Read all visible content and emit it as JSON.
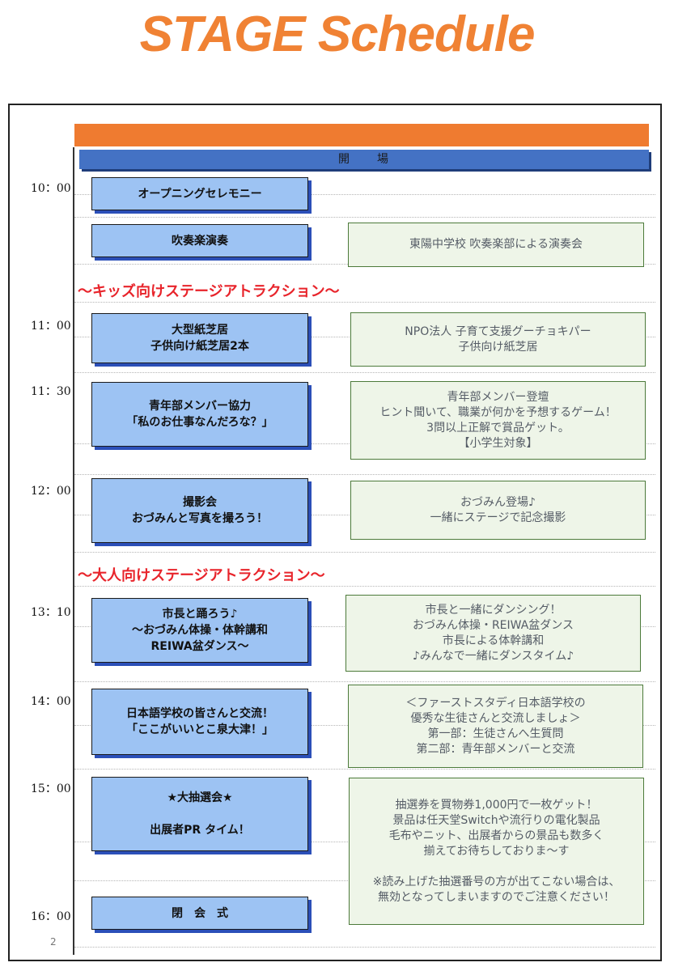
{
  "title": "STAGE Schedule",
  "opening": "開　　場",
  "times": {
    "t1000": "10：00",
    "t1100": "11：00",
    "t1130": "11：30",
    "t1200": "12：00",
    "t1310": "13：10",
    "t1400": "14：00",
    "t1500": "15：00",
    "t1600": "16：00"
  },
  "sections": {
    "kids": "～キッズ向けステージアトラクション～",
    "adults": "～大人向けステージアトラクション～"
  },
  "events": {
    "opening_ceremony": "オープニングセレモニー",
    "brass_band": "吹奏楽演奏",
    "kamishibai": "大型紙芝居\n子供向け紙芝居2本",
    "job_game": "青年部メンバー協力\n「私のお仕事なんだろな？」",
    "photo": "撮影会\nおづみんと写真を撮ろう！",
    "dance": "市長と踊ろう♪\n～おづみん体操・体幹講和\nREIWA盆ダンス～",
    "exchange": "日本語学校の皆さんと交流！\n「ここがいいとこ泉大津！」",
    "lottery": "★大抽選会★\n\n出展者PR タイム！",
    "closing": "閉　会　式"
  },
  "descriptions": {
    "brass_band": "東陽中学校 吹奏楽部による演奏会",
    "kamishibai": "NPO法人 子育て支援グーチョキパー\n子供向け紙芝居",
    "job_game": "青年部メンバー登壇\nヒント聞いて、職業が何かを予想するゲーム！\n3問以上正解で賞品ゲット。\n【小学生対象】",
    "photo": "おづみん登場♪\n一緒にステージで記念撮影",
    "dance": "市長と一緒にダンシング！\nおづみん体操・REIWA盆ダンス\n市長による体幹講和\n♪みんなで一緒にダンスタイム♪",
    "exchange": "＜ファーストスタディ日本語学校の\n優秀な生徒さんと交流しましょ＞\n第一部：生徒さんへ生質問\n第二部：青年部メンバーと交流",
    "lottery": "抽選券を買物券1,000円で一枚ゲット！\n景品は任天堂Switchや流行りの電化製品\n毛布やニット、出展者からの景品も数多く\n揃えてお待ちしておりま～す\n\n※読み上げた抽選番号の方が出てこない場合は、\n無効となってしまいますのでご注意ください！"
  },
  "page_number": "2",
  "colors": {
    "title": "#f08234",
    "orange_bar": "#ef7b30",
    "blue_bar": "#4472c4",
    "event_fill": "#9dc3f3",
    "desc_fill": "#eef5e8",
    "desc_border": "#4c7a3a",
    "section_text": "#e8242b"
  }
}
